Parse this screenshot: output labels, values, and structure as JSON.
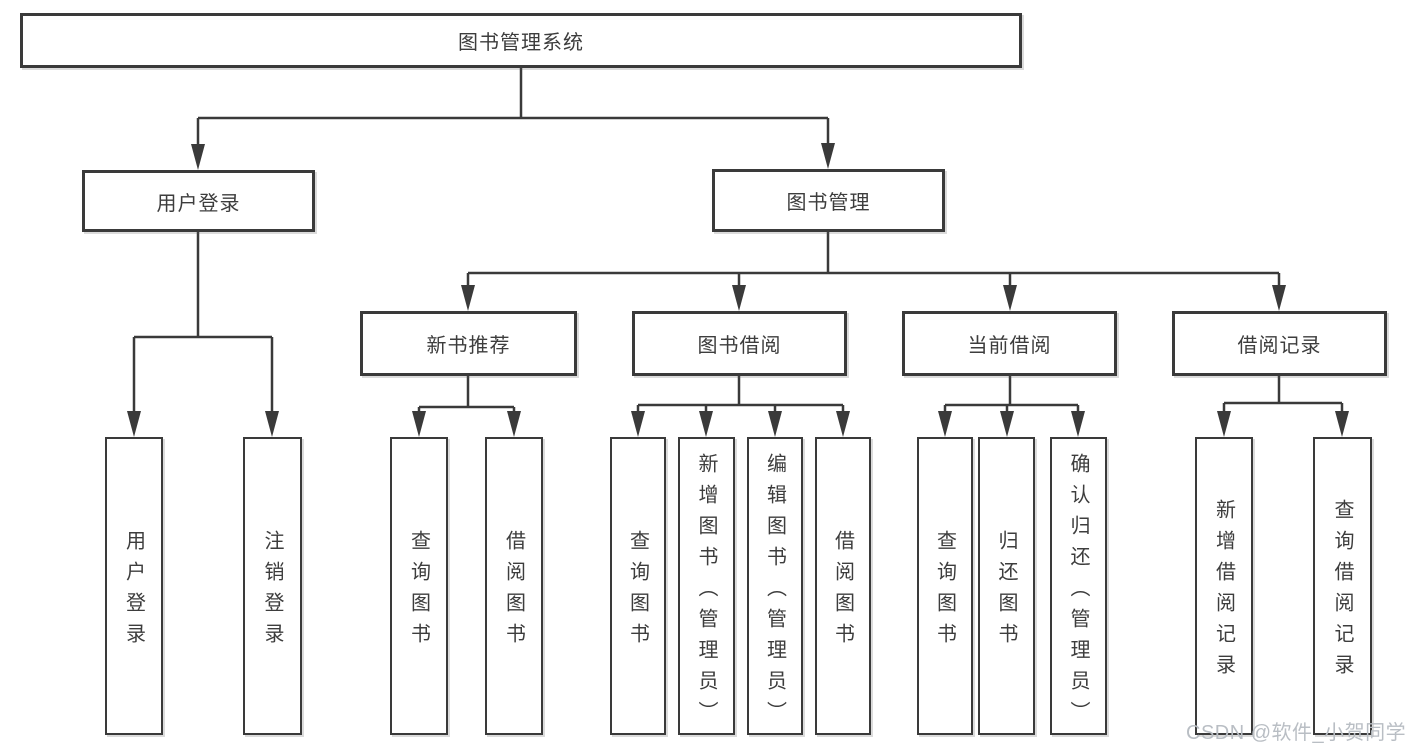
{
  "diagram": {
    "root": {
      "label": "图书管理系统"
    },
    "branches": [
      {
        "label": "用户登录",
        "children": [
          {
            "label": "用户登录"
          },
          {
            "label": "注销登录"
          }
        ]
      },
      {
        "label": "图书管理",
        "children": [
          {
            "label": "新书推荐",
            "children": [
              {
                "label": "查询图书"
              },
              {
                "label": "借阅图书"
              }
            ]
          },
          {
            "label": "图书借阅",
            "children": [
              {
                "label": "查询图书"
              },
              {
                "label": "新增图书（管理员）"
              },
              {
                "label": "编辑图书（管理员）"
              },
              {
                "label": "借阅图书"
              }
            ]
          },
          {
            "label": "当前借阅",
            "children": [
              {
                "label": "查询图书"
              },
              {
                "label": "归还图书"
              },
              {
                "label": "确认归还（管理员）"
              }
            ]
          },
          {
            "label": "借阅记录",
            "children": [
              {
                "label": "新增借阅记录"
              },
              {
                "label": "查询借阅记录"
              }
            ]
          }
        ]
      }
    ]
  },
  "watermark": {
    "text": "CSDN @软件_小贺同学"
  },
  "colors": {
    "line": "#3a3a3a",
    "text": "#3d3d3d",
    "box_bg": "#ffffff",
    "background": "#ffffff",
    "watermark": "#b9bec4"
  }
}
